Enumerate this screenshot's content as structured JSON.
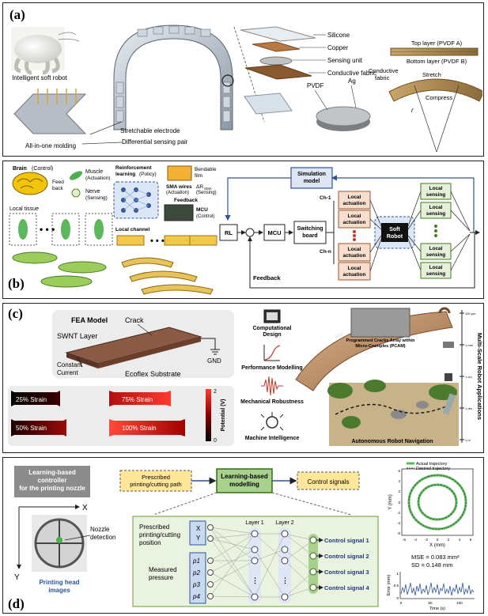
{
  "panels": {
    "a": {
      "label": "(a)",
      "robot_caption": "Intelligent soft robot",
      "molding_caption": "All-in-one molding",
      "stretchable_electrode": "Stretchable electrode",
      "differential_pair": "Differential sensing pair",
      "layers": [
        "Silicone",
        "Copper",
        "Sensing unit",
        "Conductive fabric"
      ],
      "pvdf": "PVDF",
      "ag": "Ag",
      "top_layer": "Top layer (PVDF A)",
      "bottom_layer": "Bottom layer (PVDF B)",
      "conductive_fabric_side": "Conductive\nfabric",
      "stretch": "Stretch",
      "compress": "Compress",
      "r": "r"
    },
    "b": {
      "label": "(b)",
      "brain": "Brain",
      "brain_sub": "(Control)",
      "feed_back": "Feed\nback",
      "muscle": "Muscle",
      "muscle_sub": "(Actuation)",
      "nerve": "Nerve",
      "nerve_sub": "(Sensing)",
      "local_tissue": "Local tissue",
      "rl_title": "Reinforcement\nlearning",
      "rl_sub": "(Policy)",
      "sma": "SMA wires",
      "sma_sub": "(Actuation)",
      "bendable_film": "Bendable\nfilm",
      "dr": "ΔR",
      "dr_sub": "SMA",
      "dr_sensing": "(Sensing)",
      "feedback_small": "Feedback",
      "mcu_small": "MCU",
      "mcu_control": "(Control)",
      "local_channel": "Local channel",
      "simulation_model": "Simulation\nmodel",
      "rl": "RL",
      "mcu": "MCU",
      "switching_board": "Switching\nboard",
      "ch1": "Ch-1",
      "chn": "Ch-n",
      "local_actuation": "Local\nactuation",
      "soft_robot": "Soft\nRobot",
      "local_sensing": "Local\nsensing",
      "feedback": "Feedback"
    },
    "c": {
      "label": "(c)",
      "fea_title": "FEA Model",
      "crack": "Crack",
      "swnt": "SWNT Layer",
      "gnd": "GND",
      "constant_current": "Constant\nCurrent",
      "ecoflex": "Ecoflex Substrate",
      "strains": [
        "25% Strain",
        "75% Strain",
        "50% Strain",
        "100% Strain"
      ],
      "colorbar_max": "2",
      "colorbar_min": "0",
      "colorbar_label": "Potential (V)",
      "computational_design": "Computational\nDesign",
      "performance_modelling": "Performance Modelling",
      "mechanical_robustness": "Mechanical Robustness",
      "machine_intelligence": "Machine Intelligence",
      "pcam": "Programmed Cracks Array within\nMicro-Crumples (PCAM)",
      "navigation": "Autonomous Robot Navigation",
      "multiscale": "Multi-Scale Robot Applications",
      "scale_ticks": [
        "100 μm",
        "1 mm",
        "1 cm",
        "1 dm",
        "1 m"
      ]
    },
    "d": {
      "label": "(d)",
      "controller": "Learning-based\ncontroller\nfor the printing nozzle",
      "prescribed_path": "Prescribed\nprinting/cutting path",
      "learning_modelling": "Learning-based\nmodelling",
      "control_signals": "Control signals",
      "axis_x": "X",
      "axis_y": "Y",
      "nozzle_detection": "Nozzle\ndetection",
      "printing_head_images": "Printing head\nimages",
      "prescribed_position": "Prescribed\nprinting/cutting\nposition",
      "measured_pressure": "Measured\npressure",
      "inputs_xy": [
        "X",
        "Y"
      ],
      "inputs_p": [
        "p1",
        "p2",
        "p3",
        "p4"
      ],
      "layer1": "Layer 1",
      "layer2": "Layer 2",
      "outputs": [
        "Control signal 1",
        "Control signal 2",
        "Control signal 3",
        "Control signal 4"
      ],
      "legend_actual": "Actual trajectory",
      "legend_desired": "Desired trajectory",
      "traj_xlabel": "X (mm)",
      "traj_ylabel": "Y (mm)",
      "traj_xticks": [
        "-6",
        "-4",
        "-2",
        "0",
        "2",
        "4",
        "6"
      ],
      "traj_yticks": [
        "6",
        "4",
        "2",
        "0",
        "-2",
        "-4",
        "-6"
      ],
      "mse": "MSE = 0.083 mm²",
      "sd": "SD = 0.148 mm",
      "err_ylabel": "Error (mm)",
      "err_yticks": [
        "1",
        "0.5",
        "0"
      ],
      "err_xlabel": "Time (s)",
      "err_xticks": [
        "0",
        "50",
        "100"
      ]
    }
  },
  "colors": {
    "sim_fill": "#dfe6f3",
    "actuation_fill": "#f7dfcf",
    "sensing_fill": "#e6efd9",
    "learning_fill": "#a9d18e",
    "prescribed_fill": "#ffe699",
    "input_fill": "#c9d9f0",
    "trajectory_green": "#5cb85c",
    "accent_blue": "#2f5597"
  }
}
